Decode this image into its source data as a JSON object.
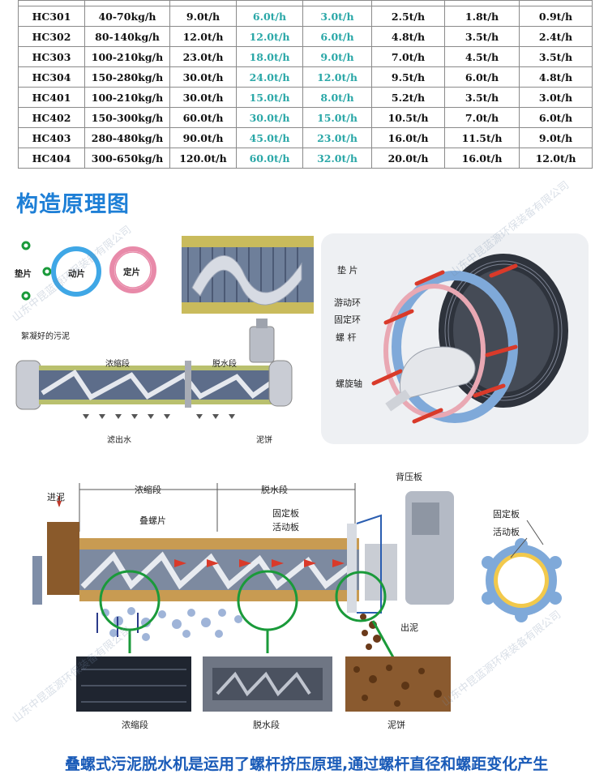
{
  "spec_table": {
    "rows": [
      {
        "model": "HC301",
        "capacity": "40-70kg/h",
        "c3": "9.0t/h",
        "c4": "6.0t/h",
        "c5": "3.0t/h",
        "c6": "2.5t/h",
        "c7": "1.8t/h",
        "c8": "0.9t/h"
      },
      {
        "model": "HC302",
        "capacity": "80-140kg/h",
        "c3": "12.0t/h",
        "c4": "12.0t/h",
        "c5": "6.0t/h",
        "c6": "4.8t/h",
        "c7": "3.5t/h",
        "c8": "2.4t/h"
      },
      {
        "model": "HC303",
        "capacity": "100-210kg/h",
        "c3": "23.0t/h",
        "c4": "18.0t/h",
        "c5": "9.0t/h",
        "c6": "7.0t/h",
        "c7": "4.5t/h",
        "c8": "3.5t/h"
      },
      {
        "model": "HC304",
        "capacity": "150-280kg/h",
        "c3": "30.0t/h",
        "c4": "24.0t/h",
        "c5": "12.0t/h",
        "c6": "9.5t/h",
        "c7": "6.0t/h",
        "c8": "4.8t/h"
      },
      {
        "model": "HC401",
        "capacity": "100-210kg/h",
        "c3": "30.0t/h",
        "c4": "15.0t/h",
        "c5": "8.0t/h",
        "c6": "5.2t/h",
        "c7": "3.5t/h",
        "c8": "3.0t/h"
      },
      {
        "model": "HC402",
        "capacity": "150-300kg/h",
        "c3": "60.0t/h",
        "c4": "30.0t/h",
        "c5": "15.0t/h",
        "c6": "10.5t/h",
        "c7": "7.0t/h",
        "c8": "6.0t/h"
      },
      {
        "model": "HC403",
        "capacity": "280-480kg/h",
        "c3": "90.0t/h",
        "c4": "45.0t/h",
        "c5": "23.0t/h",
        "c6": "16.0t/h",
        "c7": "11.5t/h",
        "c8": "9.0t/h"
      },
      {
        "model": "HC404",
        "capacity": "300-650kg/h",
        "c3": "120.0t/h",
        "c4": "60.0t/h",
        "c5": "32.0t/h",
        "c6": "20.0t/h",
        "c7": "16.0t/h",
        "c8": "12.0t/h"
      }
    ]
  },
  "section_title": "构造原理图",
  "diagram1": {
    "gasket": "垫片",
    "moving_ring": "动片",
    "fixed_ring": "定片",
    "flocculated_sludge": "絮凝好的污泥",
    "thickening": "浓缩段",
    "dewatering": "脱水段",
    "filtrate": "滤出水",
    "cake": "泥饼"
  },
  "diagram2": {
    "gasket": "垫  片",
    "moving_ring": "游动环",
    "fixed_ring": "固定环",
    "screw": "螺  杆",
    "spiral_shaft": "螺旋轴"
  },
  "diagram3": {
    "sludge_in": "进泥",
    "thickening": "浓缩段",
    "dewatering": "脱水段",
    "back_plate": "背压板",
    "stacked_plates": "叠螺片",
    "fixed_plate": "固定板",
    "moving_plate": "活动板",
    "sludge_out": "出泥",
    "photo_thickening": "浓缩段",
    "photo_dewatering": "脱水段",
    "photo_cake": "泥饼",
    "ring_fixed_plate": "固定板",
    "ring_moving_plate": "活动板"
  },
  "watermark": "山东中昆蓝源环保装备有限公司",
  "bottom_text": "叠螺式污泥脱水机是运用了螺杆挤压原理,通过螺杆直径和螺距变化产生",
  "colors": {
    "title": "#1e7fd6",
    "teal": "#2aa7a7",
    "accent_blue": "#1a5bb8",
    "green_ring": "#1a9a3a",
    "red": "#d93a2a"
  }
}
